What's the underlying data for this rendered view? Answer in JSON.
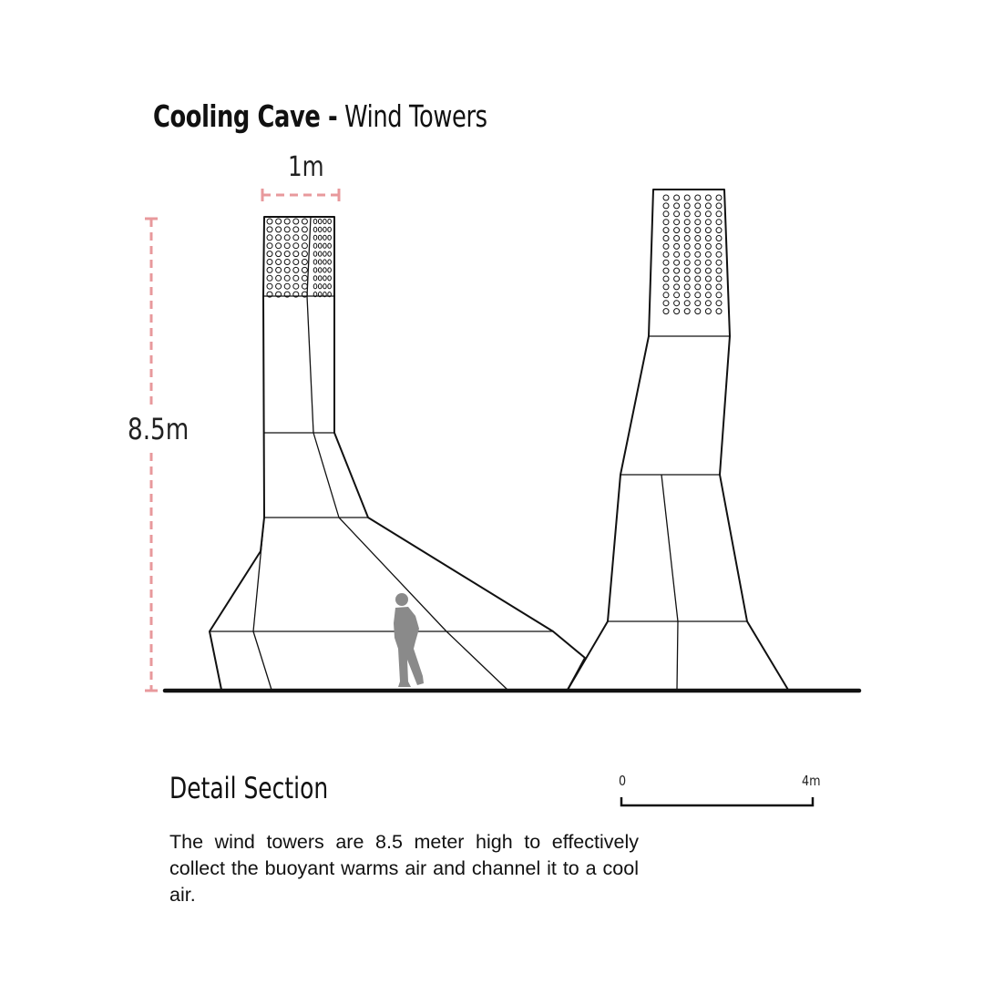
{
  "header": {
    "title_bold": "Cooling Cave -",
    "title_light": "Wind Towers"
  },
  "dimensions": {
    "width_label": "1m",
    "height_label": "8.5m"
  },
  "section": {
    "heading": "Detail Section",
    "description": "The wind towers are 8.5 meter high to effectively collect the buoyant warms air and channel it to a cool air."
  },
  "scale_bar": {
    "start_label": "0",
    "end_label": "4m"
  },
  "colors": {
    "dimension_line": "#e8999c",
    "figure": "#8a8a8a",
    "line": "#111111"
  }
}
